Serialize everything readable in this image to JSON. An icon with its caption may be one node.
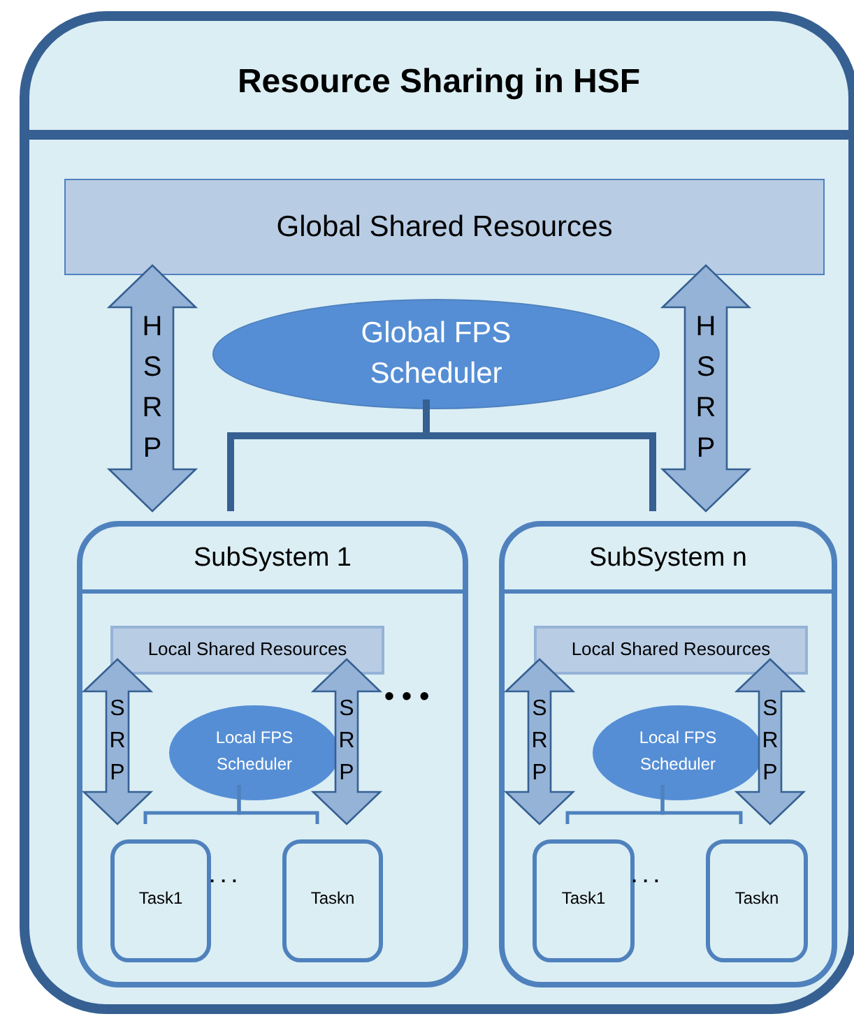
{
  "diagram": {
    "nodes": [
      {
        "text": [
          "Resource Sharing in HSF"
        ]
      },
      {
        "text": [
          "Global Shared Resources"
        ],
        "in": 0
      },
      {
        "text": [
          "Global FPS Scheduler"
        ],
        "in": 0
      },
      {
        "text": [
          "SubSystem 1"
        ],
        "in": 0
      },
      {
        "text": [
          "Local Shared Resources"
        ],
        "in": 3
      },
      {
        "text": [
          "Local FPS Scheduler"
        ],
        "in": 3
      },
      {
        "text": [
          "Task1"
        ],
        "in": 3
      },
      {
        "text": [
          "Taskn"
        ],
        "in": 3
      },
      {
        "text": [
          "SubSystem n"
        ],
        "in": 0
      },
      {
        "text": [
          "Local Shared Resources"
        ],
        "in": 8
      },
      {
        "text": [
          "Local FPS Scheduler"
        ],
        "in": 8
      },
      {
        "text": [
          "Task1"
        ],
        "in": 8
      },
      {
        "text": [
          "Taskn"
        ],
        "in": 8
      }
    ],
    "edges": [
      {
        "from": 1,
        "to": 3,
        "arrow": "both",
        "label": "HSRP",
        "style": "thick"
      },
      {
        "from": 1,
        "to": 8,
        "arrow": "both",
        "label": "HSRP",
        "style": "thick"
      },
      {
        "from": 2,
        "to": 3,
        "arrow": "none",
        "style": "thick"
      },
      {
        "from": 2,
        "to": 8,
        "arrow": "none",
        "style": "thick"
      },
      {
        "from": 4,
        "to": 6,
        "arrow": "both",
        "label": "SRP",
        "style": "thick"
      },
      {
        "from": 4,
        "to": 7,
        "arrow": "both",
        "label": "SRP",
        "style": "thick"
      },
      {
        "from": 5,
        "to": 6,
        "arrow": "none"
      },
      {
        "from": 5,
        "to": 7,
        "arrow": "none"
      },
      {
        "from": 9,
        "to": 11,
        "arrow": "both",
        "label": "SRP",
        "style": "thick"
      },
      {
        "from": 9,
        "to": 12,
        "arrow": "both",
        "label": "SRP",
        "style": "thick"
      },
      {
        "from": 10,
        "to": 11,
        "arrow": "none"
      },
      {
        "from": 10,
        "to": 12,
        "arrow": "none"
      }
    ],
    "labels": [
      "• • •",
      "· · ·",
      "· · ·"
    ]
  }
}
